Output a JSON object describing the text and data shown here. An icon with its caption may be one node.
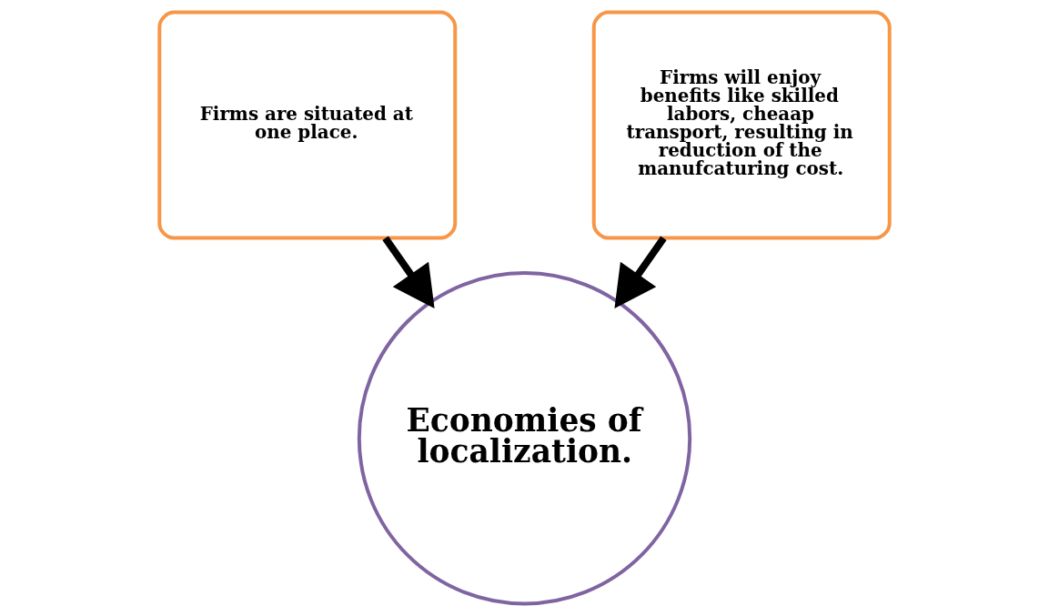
{
  "diagram": {
    "nodes": [
      {
        "text": [
          "Firms are situated at one place."
        ]
      },
      {
        "text": [
          "Firms will enjoy benefits like skilled labors, cheaap transport, resulting in reduction of the manufcaturing cost."
        ]
      },
      {
        "text": [
          "Economies of localization."
        ]
      }
    ],
    "edges": [
      {
        "from": 0,
        "to": 2,
        "arrow": "to"
      },
      {
        "from": 1,
        "to": 2,
        "arrow": "to"
      }
    ]
  }
}
